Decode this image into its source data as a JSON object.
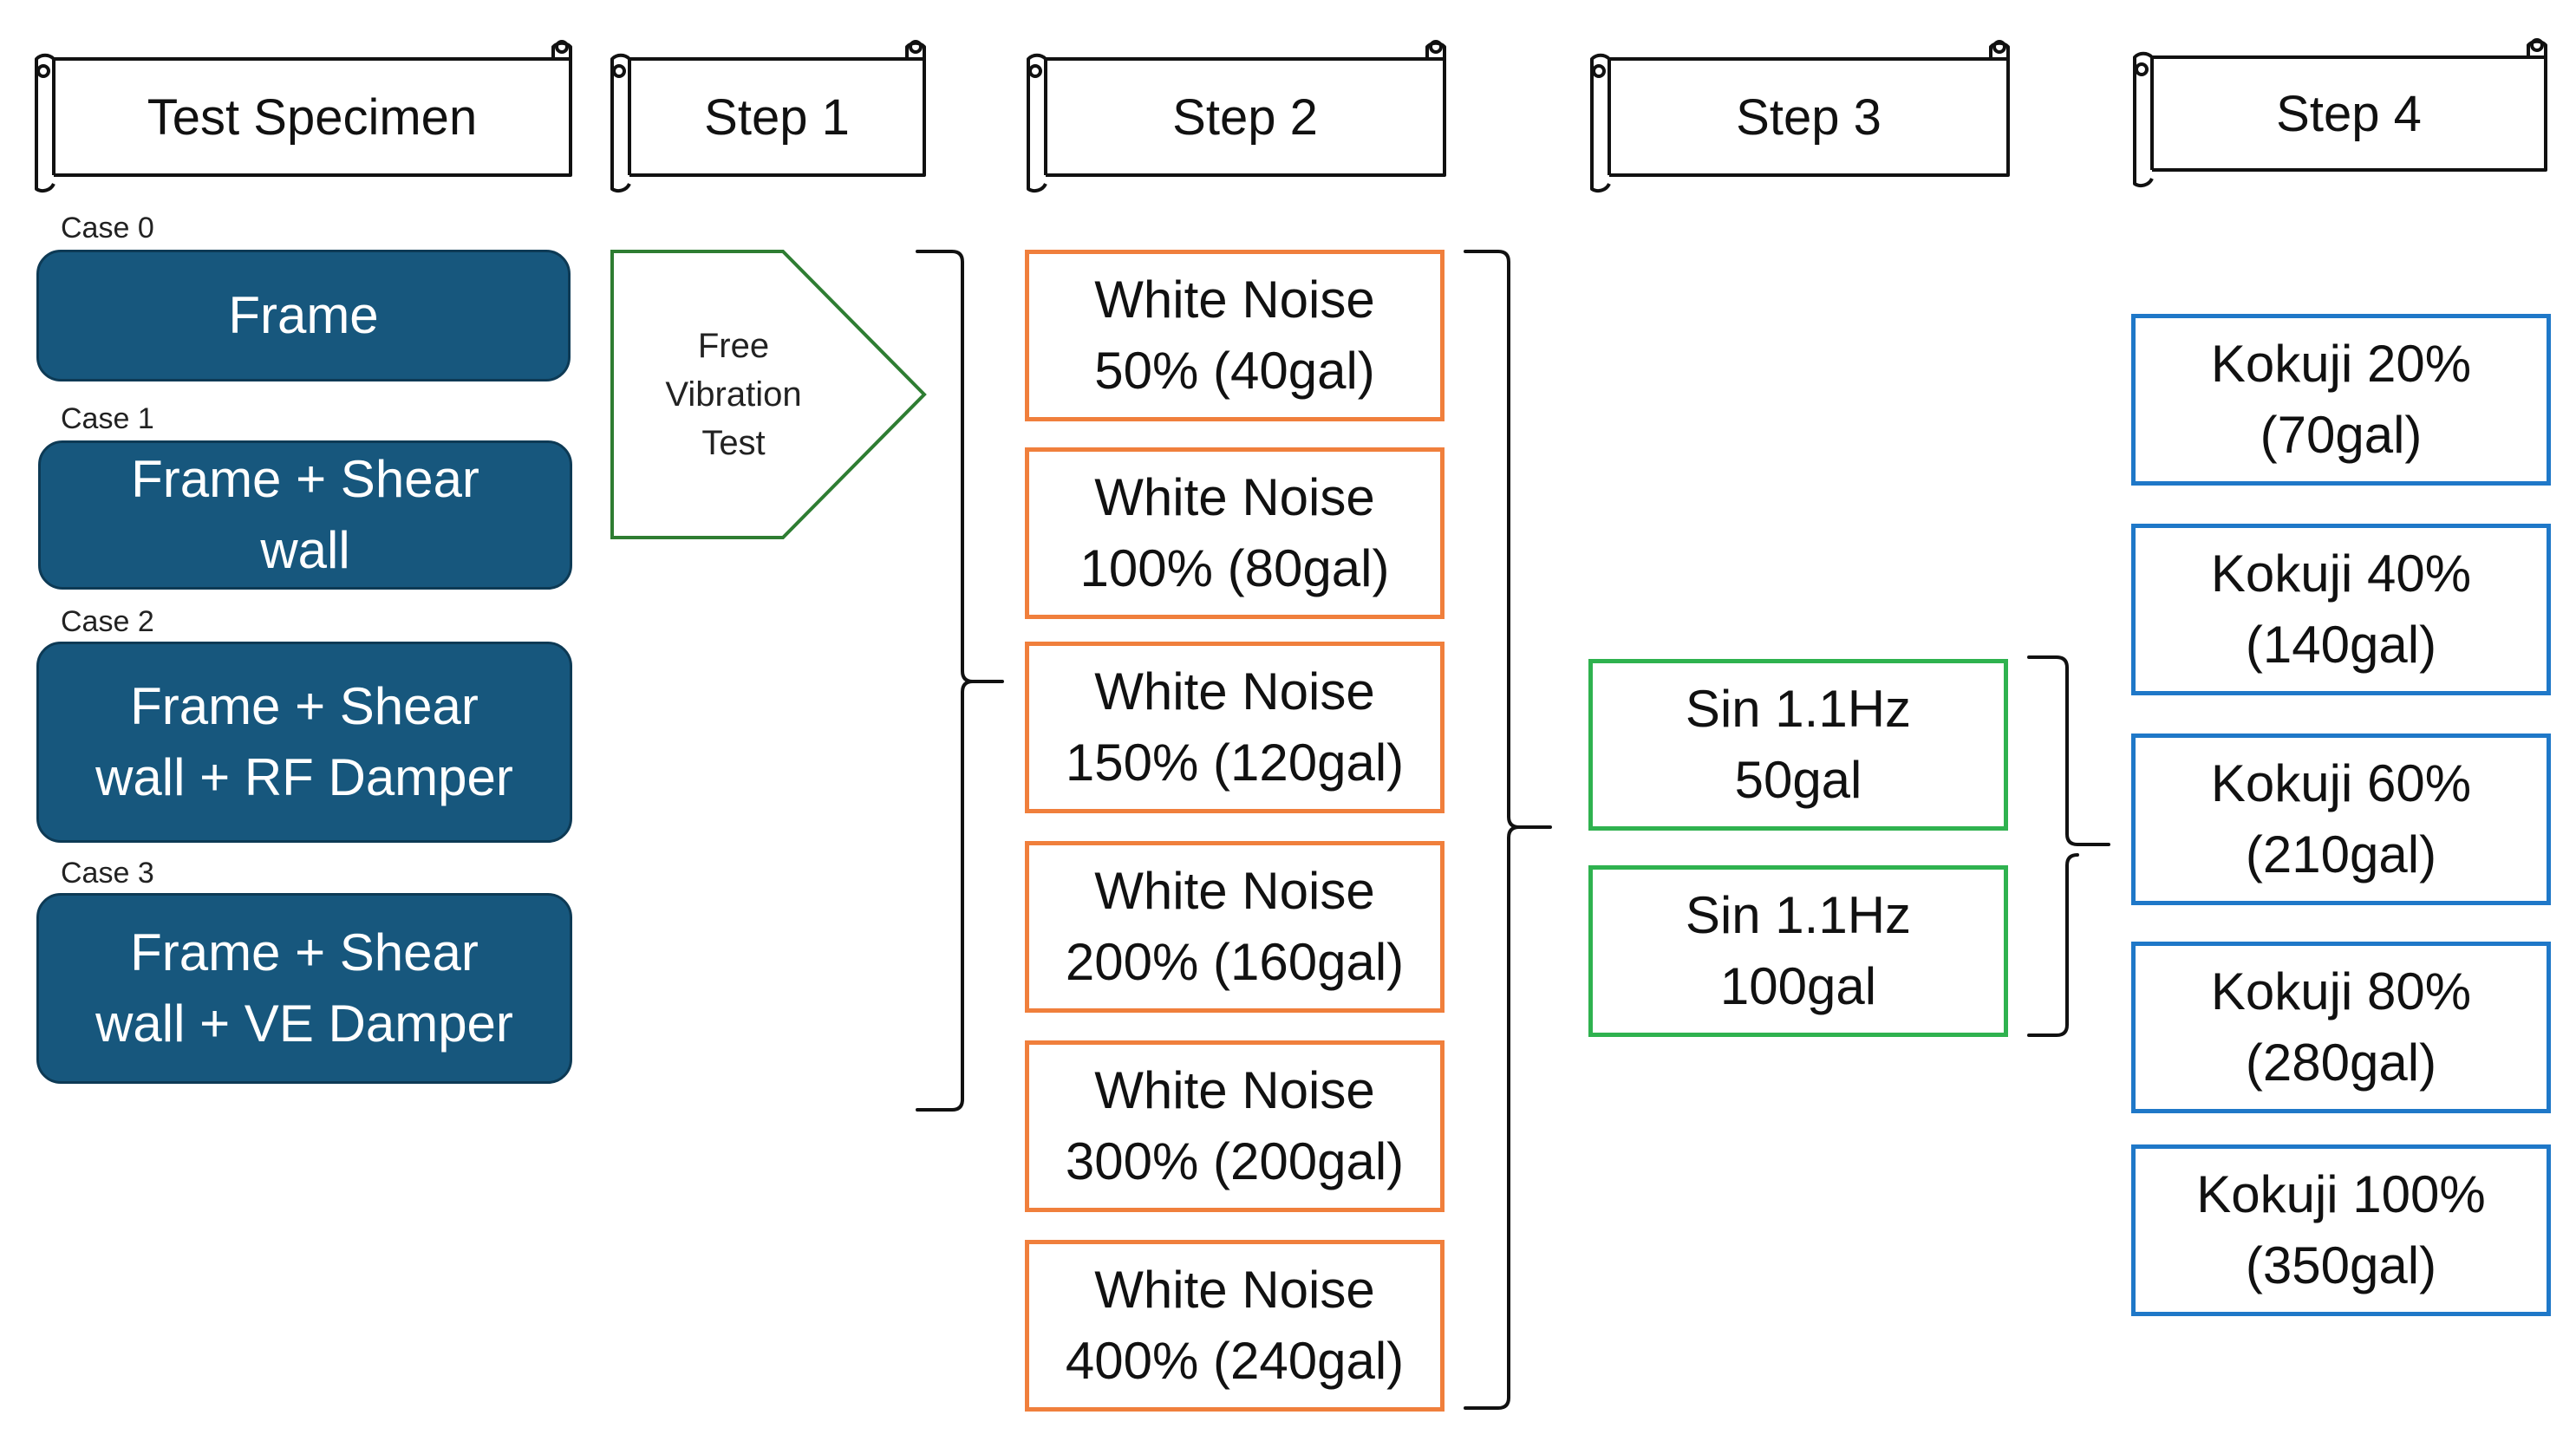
{
  "headers": [
    {
      "id": "specimen",
      "label": "Test Specimen"
    },
    {
      "id": "step1",
      "label": "Step 1"
    },
    {
      "id": "step2",
      "label": "Step 2"
    },
    {
      "id": "step3",
      "label": "Step 3"
    },
    {
      "id": "step4",
      "label": "Step 4"
    }
  ],
  "cases": [
    {
      "label": "Case 0",
      "text": "Frame"
    },
    {
      "label": "Case 1",
      "text": "Frame + Shear\nwall"
    },
    {
      "label": "Case 2",
      "text": "Frame + Shear\nwall + RF Damper"
    },
    {
      "label": "Case 3",
      "text": "Frame + Shear\nwall  + VE Damper"
    }
  ],
  "step1": {
    "text": "Free\nVibration\nTest"
  },
  "step2": [
    "White Noise\n50% (40gal)",
    "White Noise\n100% (80gal)",
    "White Noise\n150% (120gal)",
    "White Noise\n200% (160gal)",
    "White Noise\n300% (200gal)",
    "White Noise\n400% (240gal)"
  ],
  "step3": [
    "Sin 1.1Hz\n50gal",
    "Sin 1.1Hz\n100gal"
  ],
  "step4": [
    "Kokuji 20%\n(70gal)",
    "Kokuji 40%\n(140gal)",
    "Kokuji 60%\n(210gal)",
    "Kokuji 80%\n(280gal)",
    "Kokuji 100%\n(350gal)"
  ],
  "colors": {
    "case_fill": "#17577d",
    "white_noise_border": "#f07f3c",
    "sin_border": "#2fb24f",
    "kokuji_border": "#1f78c8",
    "free_vibration_border": "#2e7d32"
  }
}
